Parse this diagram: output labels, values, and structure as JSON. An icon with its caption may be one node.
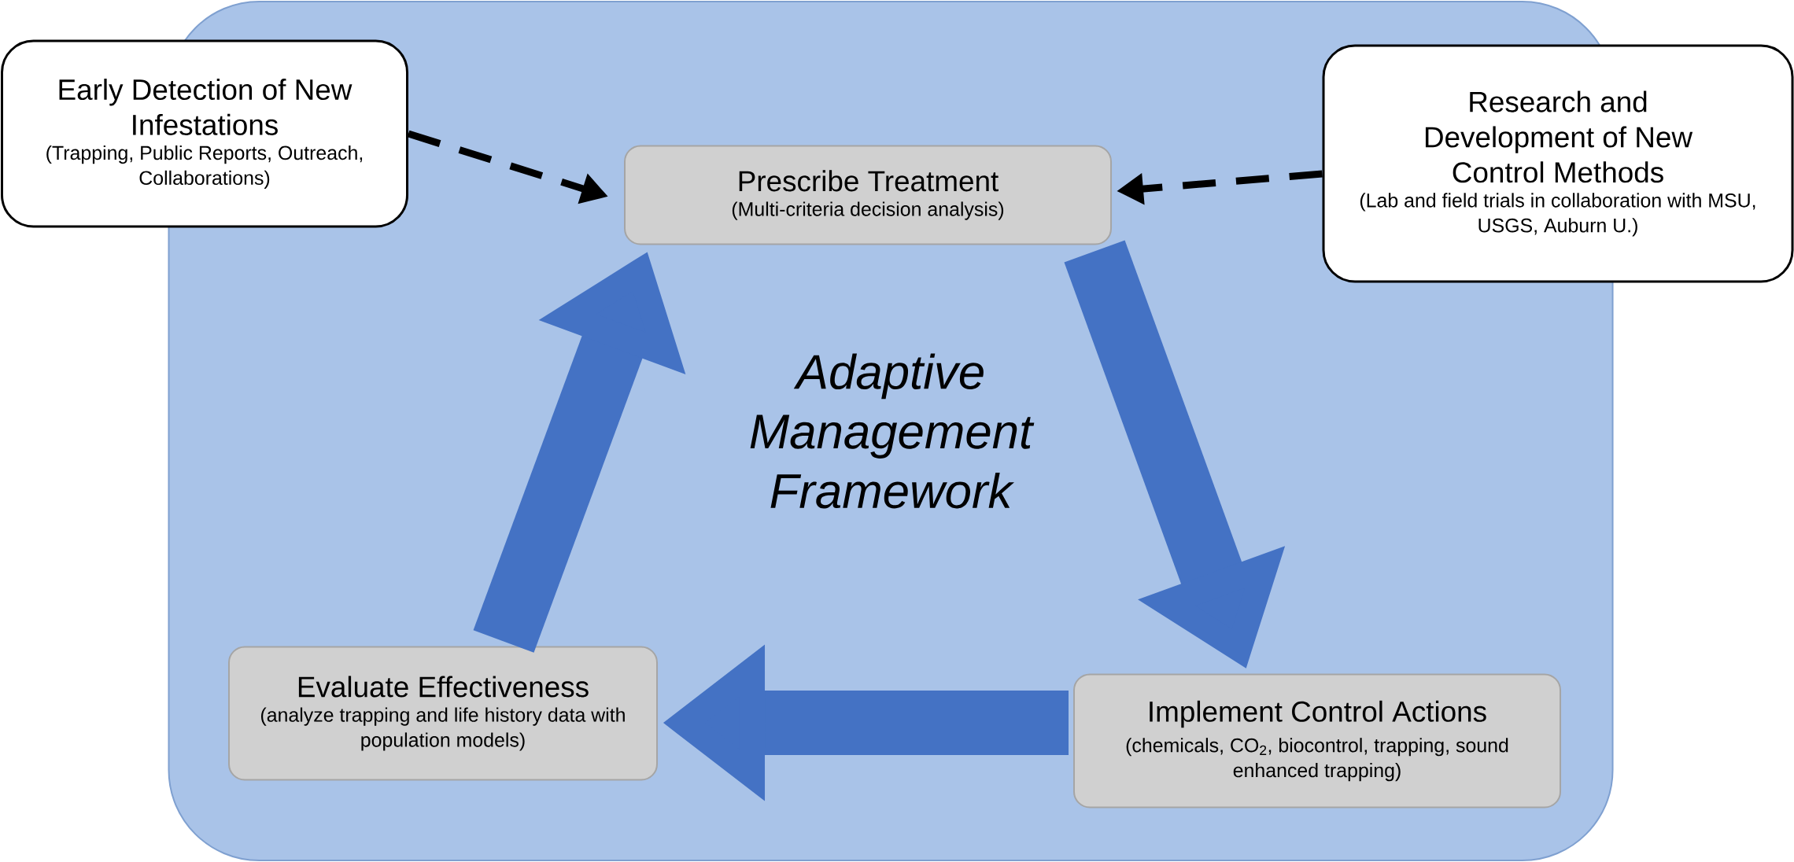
{
  "diagram": {
    "nodes": [
      {
        "text": [
          "Adaptive Management Framework"
        ]
      },
      {
        "text": [
          "Early Detection of New Infestations",
          "(Trapping, Public Reports, Outreach, Collaborations)"
        ]
      },
      {
        "text": [
          "Prescribe Treatment",
          "(Multi-criteria decision analysis)"
        ],
        "in": 0
      },
      {
        "text": [
          "Research and Development of New Control Methods",
          "(Lab and field trials in collaboration with MSU, USGS, Auburn U.)"
        ]
      },
      {
        "text": [
          "Implement Control Actions",
          "(chemicals, CO$_{2}$, biocontrol, trapping, sound enhanced trapping)"
        ],
        "in": 0
      },
      {
        "text": [
          "Evaluate Effectiveness",
          "(analyze trapping and life history data with population models)"
        ],
        "in": 0
      }
    ],
    "edges": [
      {
        "from": 1,
        "to": 2,
        "arrow": "to",
        "style": "dashed",
        "color": "#000000"
      },
      {
        "from": 3,
        "to": 2,
        "arrow": "to",
        "style": "dashed",
        "color": "#000000"
      },
      {
        "from": 2,
        "to": 4,
        "arrow": "to"
      },
      {
        "from": 4,
        "to": 5,
        "arrow": "to"
      },
      {
        "from": 5,
        "to": 2,
        "arrow": "to"
      }
    ]
  }
}
